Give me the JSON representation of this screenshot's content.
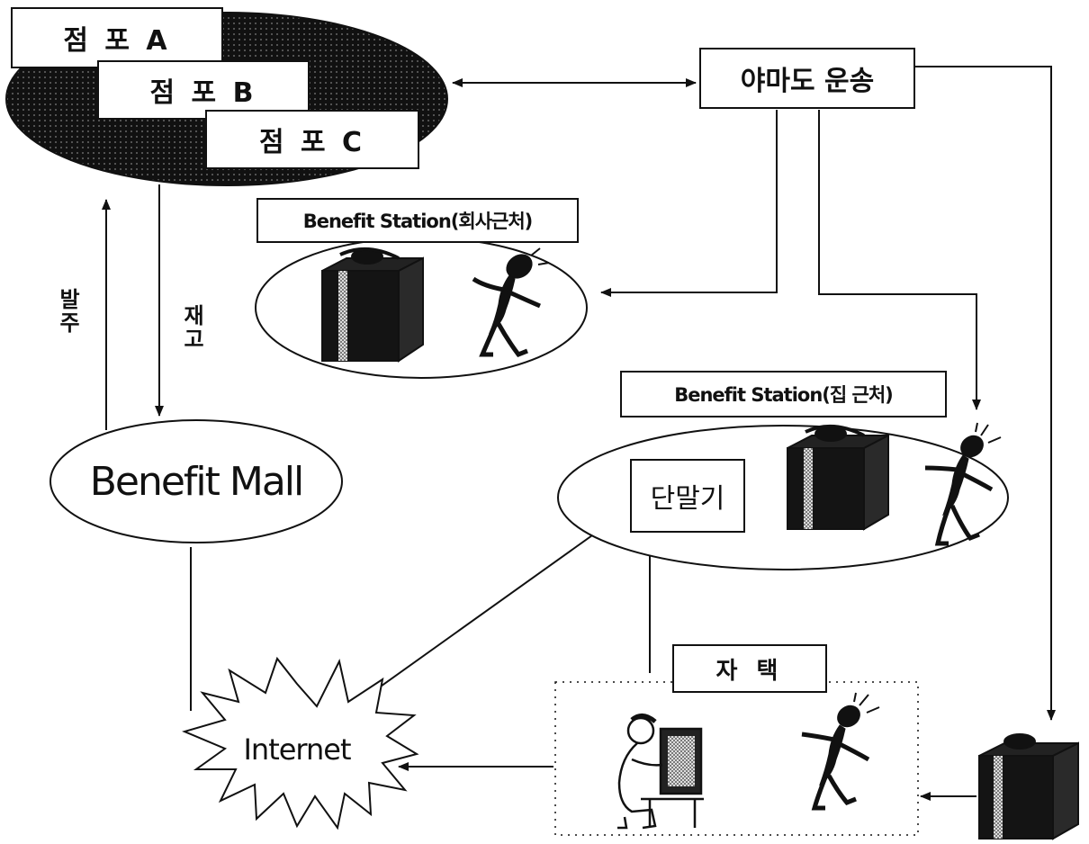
{
  "stores": {
    "a": "점 포 A",
    "b": "점 포 B",
    "c": "점 포 C"
  },
  "carrier": "야마도 운송",
  "stations": {
    "company": "Benefit Station(회사근처)",
    "home": "Benefit Station(집 근처)"
  },
  "mall": "Benefit Mall",
  "internet": "Internet",
  "terminal": "단말기",
  "residence": "자 택",
  "flows": {
    "order": "발주",
    "inventory": "재고"
  },
  "icons": [
    "package-box-icon",
    "stick-figure-person-icon",
    "computer-user-icon"
  ]
}
